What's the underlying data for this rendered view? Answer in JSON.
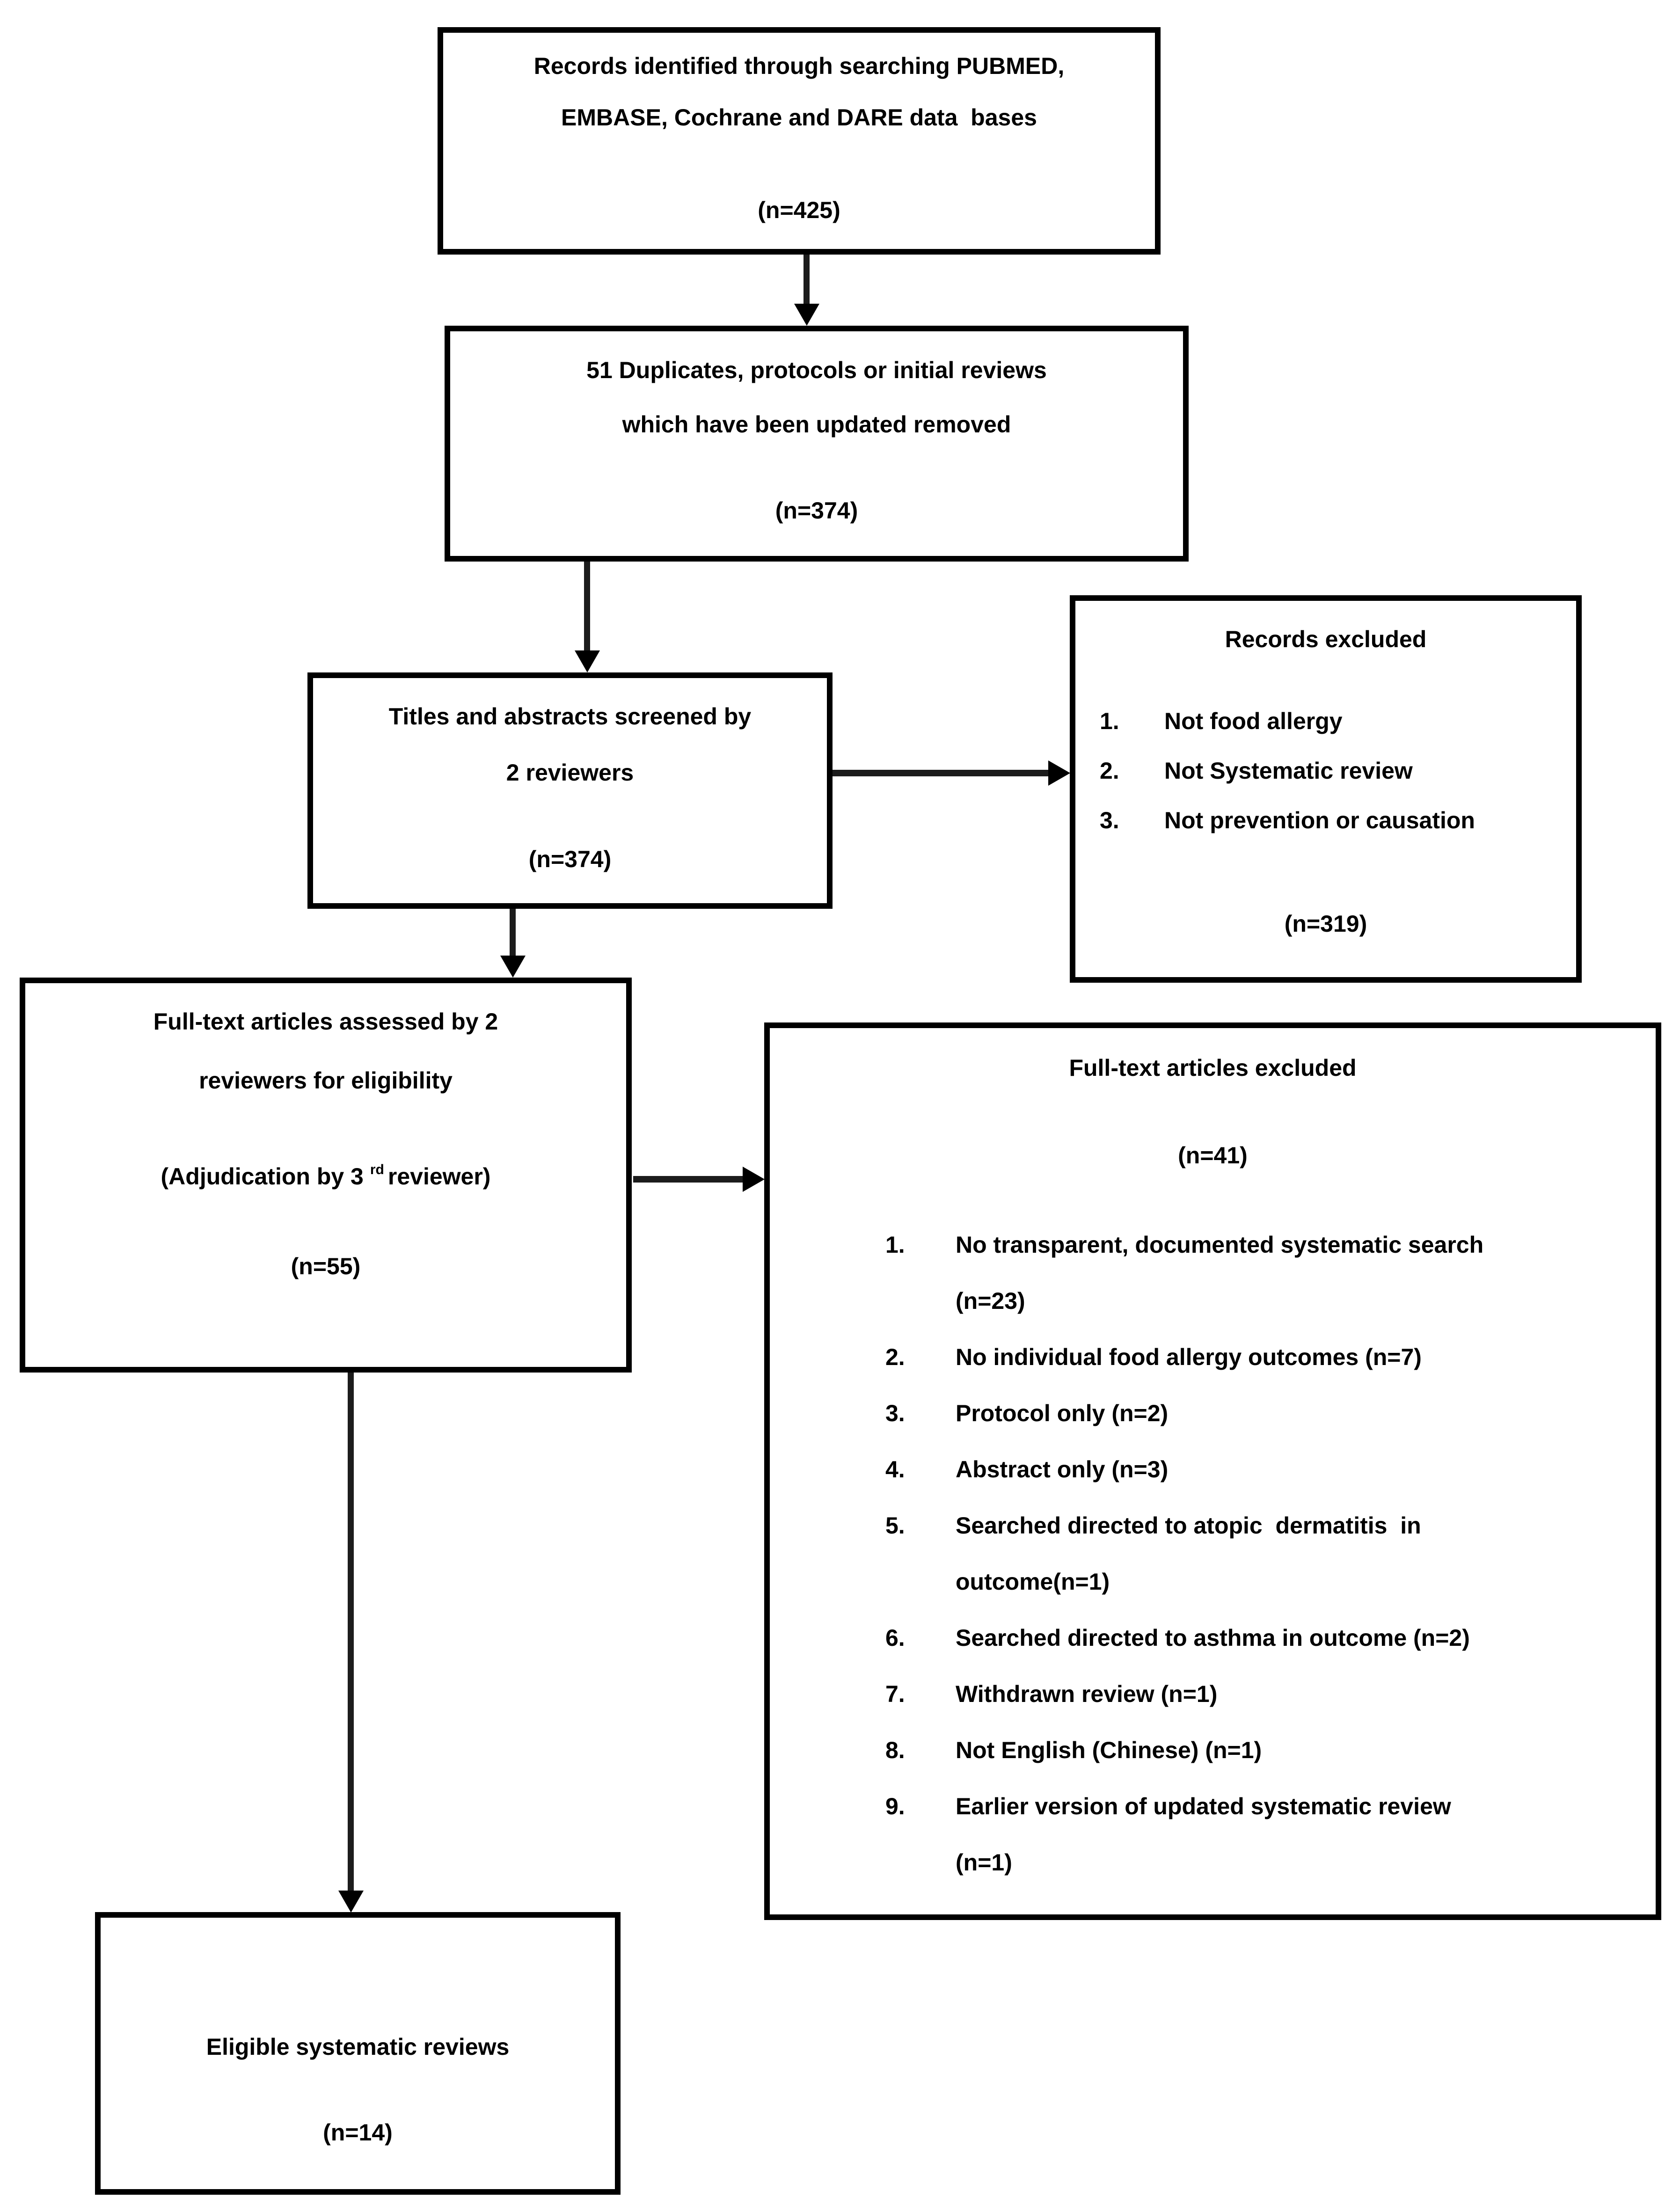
{
  "boxes": {
    "identified": {
      "line1": "Records identified through searching PUBMED,",
      "line2": "EMBASE, Cochrane and DARE data  bases",
      "n": "(n=425)"
    },
    "duplicates": {
      "line1": "51 Duplicates, protocols or initial reviews",
      "line2": "which have been updated removed",
      "n": "(n=374)"
    },
    "screened": {
      "line1": "Titles and abstracts screened by",
      "line2": "2 reviewers",
      "n": "(n=374)"
    },
    "records_excluded": {
      "title": "Records excluded",
      "items": [
        {
          "num": "1.",
          "text": "Not food allergy"
        },
        {
          "num": "2.",
          "text": "Not Systematic review"
        },
        {
          "num": "3.",
          "text": "Not prevention or causation"
        }
      ],
      "n": "(n=319)"
    },
    "fulltext_assessed": {
      "line1": "Full-text articles assessed by 2",
      "line2": "reviewers for eligibility",
      "line3_pre": "(Adjudication by 3",
      "line3_sup": "rd",
      "line3_post": "reviewer)",
      "n": "(n=55)"
    },
    "fulltext_excluded": {
      "title": "Full-text articles excluded",
      "n": "(n=41)",
      "items": [
        {
          "num": "1.",
          "lines": [
            "No transparent, documented systematic search",
            "(n=23)"
          ]
        },
        {
          "num": "2.",
          "lines": [
            "No individual food allergy outcomes (n=7)"
          ]
        },
        {
          "num": "3.",
          "lines": [
            "Protocol only (n=2)"
          ]
        },
        {
          "num": "4.",
          "lines": [
            "Abstract only (n=3)"
          ]
        },
        {
          "num": "5.",
          "lines": [
            "Searched directed to atopic  dermatitis  in",
            "outcome(n=1)"
          ]
        },
        {
          "num": "6.",
          "lines": [
            "Searched directed to asthma in outcome (n=2)"
          ]
        },
        {
          "num": "7.",
          "lines": [
            "Withdrawn review (n=1)"
          ]
        },
        {
          "num": "8.",
          "lines": [
            "Not English (Chinese) (n=1)"
          ]
        },
        {
          "num": "9.",
          "lines": [
            "Earlier version of updated systematic review",
            "(n=1)"
          ]
        }
      ]
    },
    "eligible": {
      "line1": "Eligible systematic reviews",
      "n": "(n=14)"
    }
  }
}
